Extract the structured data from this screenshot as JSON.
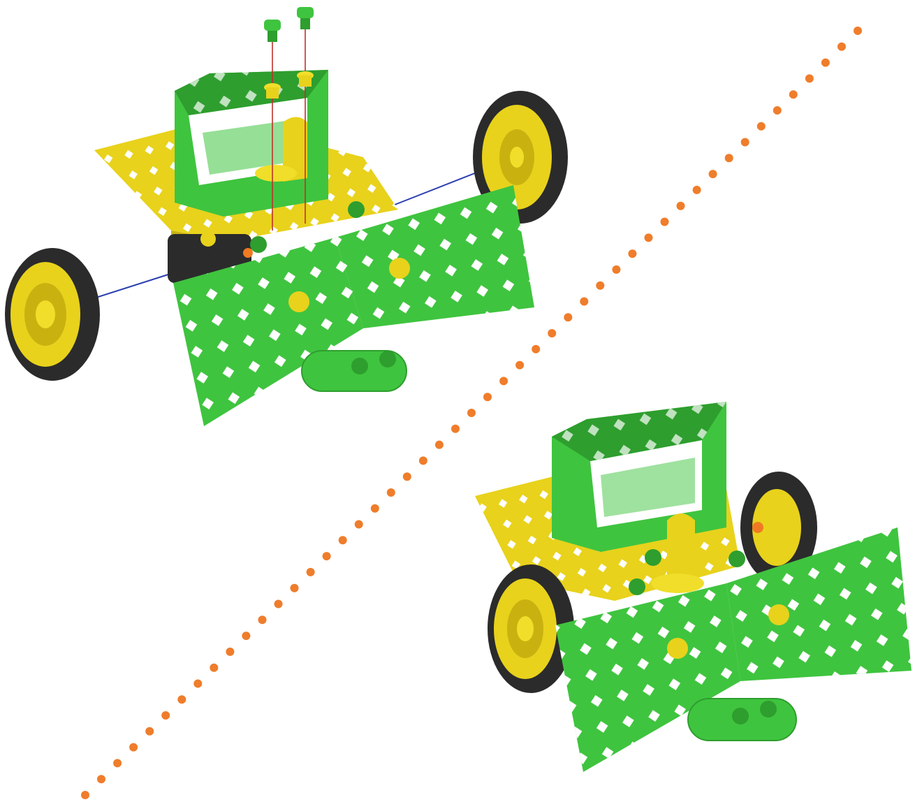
{
  "colors": {
    "plate_green": "#3fc43f",
    "plate_green_dark": "#2e9e2e",
    "base_yellow": "#e8d21c",
    "base_yellow_dark": "#c9b210",
    "tire_black": "#2b2b2b",
    "hub_yellow": "#f0de2a",
    "pin_orange": "#f07a22",
    "divider_dots": "#ef7d2b",
    "guide_red": "#c0312b",
    "axle_blue": "#2b3fb0"
  },
  "steps": [
    {
      "name": "exploded-assembly-step",
      "parts": [
        "cab-frame",
        "tilt-bracket",
        "two-green-screws",
        "two-yellow-washers",
        "left-wheel",
        "right-wheel",
        "front-blade"
      ]
    },
    {
      "name": "completed-assembly-step",
      "parts": [
        "cab-frame",
        "tilt-bracket",
        "left-wheel",
        "right-wheel",
        "front-blade"
      ]
    }
  ]
}
